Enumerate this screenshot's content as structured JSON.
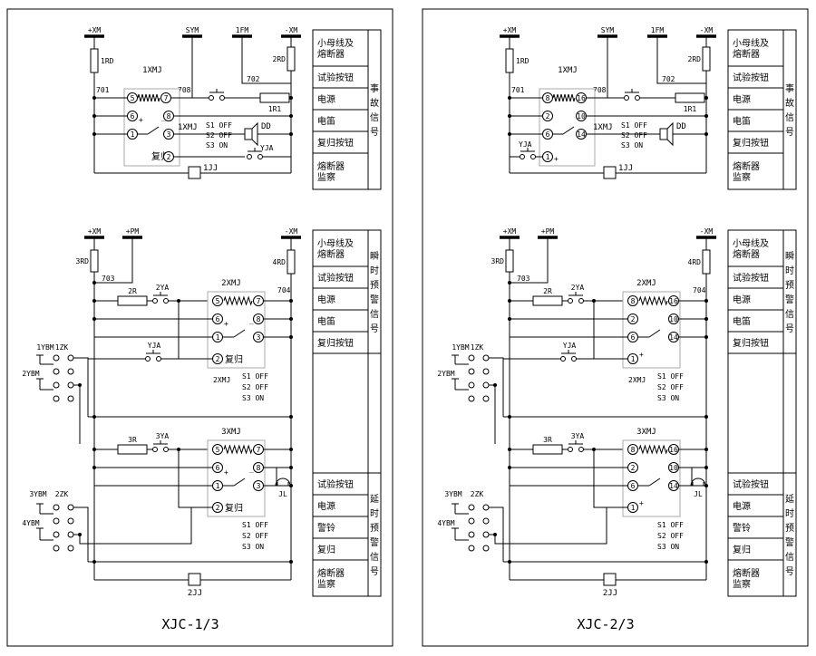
{
  "panels": [
    {
      "id": "xjc1",
      "title": "XJC-1/3",
      "top": {
        "buses": [
          "+XM",
          "SYM",
          "1FM",
          "-XM"
        ],
        "fuses": [
          "1RD",
          "2RD"
        ],
        "relay": "1XMJ",
        "relay_label2": "1XMJ",
        "nodes": [
          "701",
          "708",
          "702"
        ],
        "resistor": "1R1",
        "pins": [
          "5",
          "7",
          "6",
          "8",
          "1",
          "3",
          "2"
        ],
        "reset": "复归",
        "switches": [
          "S1  OFF",
          "S2  OFF",
          "S3  ON"
        ],
        "dd": "DD",
        "yja": "YJA",
        "jj": "1JJ",
        "legend": [
          "小母线及\n熔断器",
          "试验按钮",
          "电源",
          "电笛",
          "复归按钮",
          "熔断器\n监察"
        ],
        "legend_side": "事故信号"
      },
      "bottom": {
        "buses": [
          "+XM",
          "+PM",
          "-XM"
        ],
        "fuses": [
          "3RD",
          "4RD"
        ],
        "nodes": [
          "703",
          "704"
        ],
        "r2": "2R",
        "ya2": "2YA",
        "relay2": "2XMJ",
        "pins2": [
          "5",
          "7",
          "6",
          "8",
          "1",
          "3",
          "2"
        ],
        "reset2": "复归",
        "relay2_lbl": "2XMJ",
        "yja": "YJA",
        "switches2": [
          "S1 OFF",
          "S2 OFF",
          "S3 ON"
        ],
        "ybm1": "1YBM",
        "ybm2": "2YBM",
        "zk1": "1ZK",
        "r3": "3R",
        "ya3": "3YA",
        "relay3": "3XMJ",
        "pins3": [
          "5",
          "7",
          "6",
          "8",
          "1",
          "3",
          "2"
        ],
        "reset3": "复归",
        "jl": "JL",
        "ybm3": "3YBM",
        "ybm4": "4YBM",
        "zk2": "2ZK",
        "switches3": [
          "S1 OFF",
          "S2 OFF",
          "S3 ON"
        ],
        "jj": "2JJ",
        "legend1": [
          "小母线及\n熔断器",
          "试验按钮",
          "电源",
          "电笛",
          "复归按钮"
        ],
        "legend1_side": "瞬时预警信号",
        "legend2": [
          "试验按钮",
          "电源",
          "警铃",
          "复归",
          "熔断器\n监察"
        ],
        "legend2_side": "延时预警信号"
      }
    },
    {
      "id": "xjc2",
      "title": "XJC-2/3",
      "top": {
        "buses": [
          "+XM",
          "SYM",
          "1FM",
          "-XM"
        ],
        "fuses": [
          "1RD",
          "2RD"
        ],
        "relay": "1XMJ",
        "relay_label2": "1XMJ",
        "nodes": [
          "701",
          "708",
          "702"
        ],
        "resistor": "1R1",
        "pins": [
          "8",
          "16",
          "2",
          "10",
          "6",
          "14",
          "1"
        ],
        "reset": "",
        "switches": [
          "S1  OFF",
          "S2  OFF",
          "S3  ON"
        ],
        "dd": "DD",
        "yja": "YJA",
        "jj": "1JJ",
        "legend": [
          "小母线及\n熔断器",
          "试验按钮",
          "电源",
          "电笛",
          "复归按钮",
          "熔断器\n监察"
        ],
        "legend_side": "事故信号"
      },
      "bottom": {
        "buses": [
          "+XM",
          "+PM",
          "-XM"
        ],
        "fuses": [
          "3RD",
          "4RD"
        ],
        "nodes": [
          "703",
          "704"
        ],
        "r2": "2R",
        "ya2": "2YA",
        "relay2": "2XMJ",
        "pins2": [
          "8",
          "16",
          "2",
          "10",
          "6",
          "14",
          "1"
        ],
        "reset2": "",
        "relay2_lbl": "2XMJ",
        "yja": "YJA",
        "switches2": [
          "S1 OFF",
          "S2 OFF",
          "S3 ON"
        ],
        "ybm1": "1YBM",
        "ybm2": "2YBM",
        "zk1": "1ZK",
        "r3": "3R",
        "ya3": "3YA",
        "relay3": "3XMJ",
        "pins3": [
          "8",
          "16",
          "2",
          "10",
          "6",
          "14",
          "1"
        ],
        "reset3": "",
        "jl": "JL",
        "ybm3": "3YBM",
        "ybm4": "4YBM",
        "zk2": "2ZK",
        "switches3": [
          "S1 OFF",
          "S2 OFF",
          "S3 ON"
        ],
        "jj": "2JJ",
        "legend1": [
          "小母线及\n熔断器",
          "试验按钮",
          "电源",
          "电笛",
          "复归按钮"
        ],
        "legend1_side": "瞬时预警信号",
        "legend2": [
          "试验按钮",
          "电源",
          "警铃",
          "复归",
          "熔断器\n监察"
        ],
        "legend2_side": "延时预警信号"
      }
    }
  ]
}
